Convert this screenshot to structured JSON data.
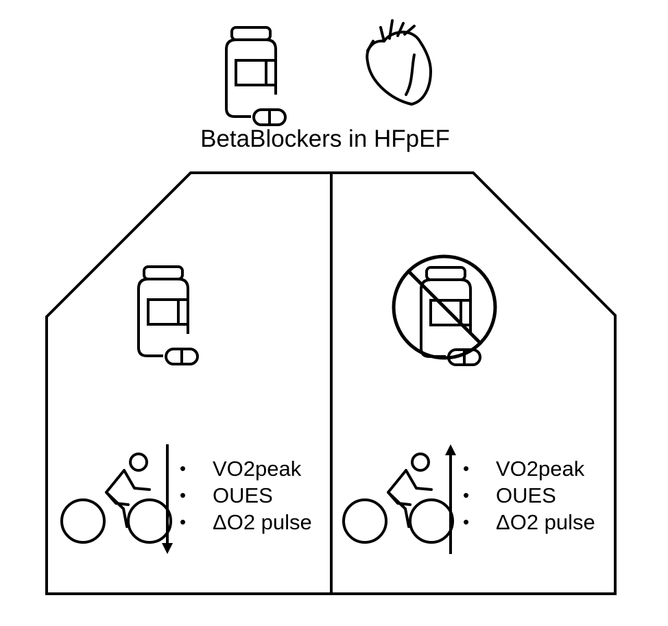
{
  "title": "BetaBlockers in HFpEF",
  "icons": {
    "top": [
      "pill-bottle-icon",
      "heart-icon"
    ],
    "left_panel": [
      "pill-bottle-icon",
      "cyclist-icon",
      "arrow-down-icon"
    ],
    "right_panel": [
      "no-pill-bottle-icon",
      "cyclist-icon",
      "arrow-up-icon"
    ]
  },
  "left_panel": {
    "trend": "decrease",
    "metrics": [
      "VO2peak",
      "OUES",
      "ΔO2 pulse"
    ]
  },
  "right_panel": {
    "trend": "increase",
    "metrics": [
      "VO2peak",
      "OUES",
      "ΔO2 pulse"
    ]
  },
  "colors": {
    "stroke": "#000000",
    "background": "#ffffff"
  }
}
